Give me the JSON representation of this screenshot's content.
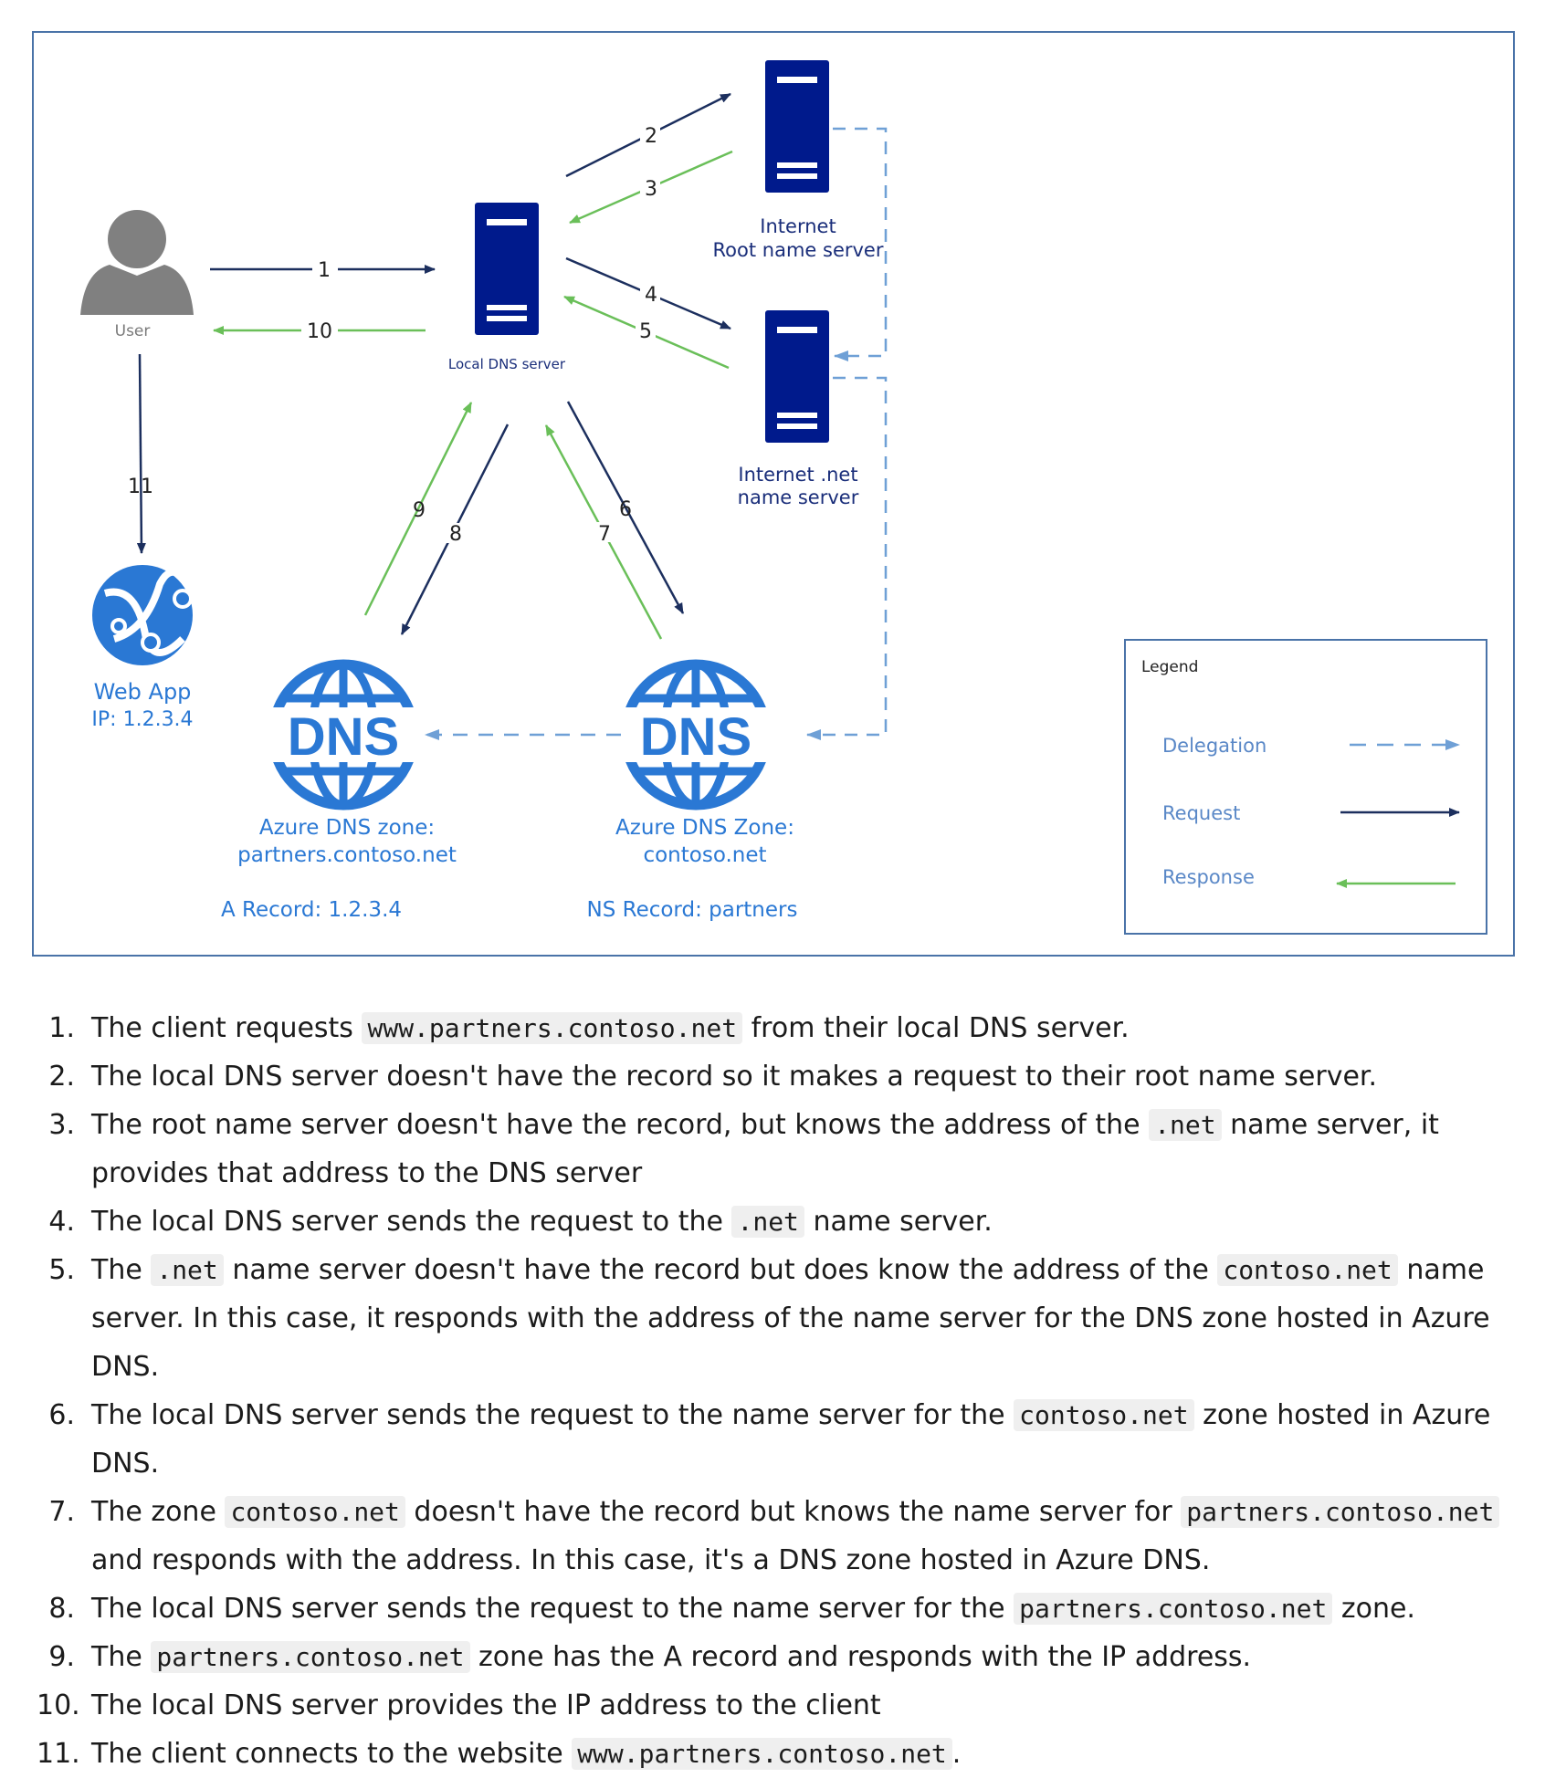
{
  "colors": {
    "frame": "#4a73a8",
    "server": "#001a8c",
    "request": "#1c2f5e",
    "response": "#6abf59",
    "delegation": "#6fa0d6",
    "azure": "#2a78d4",
    "user": "#808080"
  },
  "diagram": {
    "user_label": "User",
    "local_dns_label": "Local DNS server",
    "root_label_1": "Internet",
    "root_label_2": "Root name server",
    "net_label_1": "Internet .net",
    "net_label_2": "name server",
    "webapp_label_1": "Web App",
    "webapp_label_2": "IP: 1.2.3.4",
    "dns_glyph": "DNS",
    "partners_zone_1": "Azure DNS zone:",
    "partners_zone_2": "partners.contoso.net",
    "partners_record": "A Record: 1.2.3.4",
    "contoso_zone_1": "Azure DNS Zone:",
    "contoso_zone_2": "contoso.net",
    "contoso_record": "NS Record: partners",
    "steps": [
      "1",
      "2",
      "3",
      "4",
      "5",
      "6",
      "7",
      "8",
      "9",
      "10",
      "11"
    ],
    "icons": [
      "user-icon",
      "server-icon",
      "globe-icon",
      "dns-globe-icon"
    ]
  },
  "legend": {
    "title": "Legend",
    "delegation": "Delegation",
    "request": "Request",
    "response": "Response"
  },
  "steps": [
    [
      {
        "t": "The client requests "
      },
      {
        "c": "www.partners.contoso.net"
      },
      {
        "t": " from their local DNS server."
      }
    ],
    [
      {
        "t": "The local DNS server doesn't have the record so it makes a request to their root name server."
      }
    ],
    [
      {
        "t": "The root name server doesn't have the record, but knows the address of the "
      },
      {
        "c": ".net"
      },
      {
        "t": " name server, it provides that address to the DNS server"
      }
    ],
    [
      {
        "t": "The local DNS server sends the request to the "
      },
      {
        "c": ".net"
      },
      {
        "t": " name server."
      }
    ],
    [
      {
        "t": "The "
      },
      {
        "c": ".net"
      },
      {
        "t": " name server doesn't have the record but does know the address of the "
      },
      {
        "c": "contoso.net"
      },
      {
        "t": " name server. In this case, it responds with the address of the name server for the DNS zone hosted in Azure DNS."
      }
    ],
    [
      {
        "t": "The local DNS server sends the request to the name server for the "
      },
      {
        "c": "contoso.net"
      },
      {
        "t": " zone hosted in Azure DNS."
      }
    ],
    [
      {
        "t": "The zone "
      },
      {
        "c": "contoso.net"
      },
      {
        "t": " doesn't have the record but knows the name server for "
      },
      {
        "c": "partners.contoso.net"
      },
      {
        "t": " and responds with the address. In this case, it's a DNS zone hosted in Azure DNS."
      }
    ],
    [
      {
        "t": "The local DNS server sends the request to the name server for the "
      },
      {
        "c": "partners.contoso.net"
      },
      {
        "t": " zone."
      }
    ],
    [
      {
        "t": "The "
      },
      {
        "c": "partners.contoso.net"
      },
      {
        "t": " zone has the A record and responds with the IP address."
      }
    ],
    [
      {
        "t": "The local DNS server provides the IP address to the client"
      }
    ],
    [
      {
        "t": "The client connects to the website "
      },
      {
        "c": "www.partners.contoso.net"
      },
      {
        "t": "."
      }
    ]
  ]
}
